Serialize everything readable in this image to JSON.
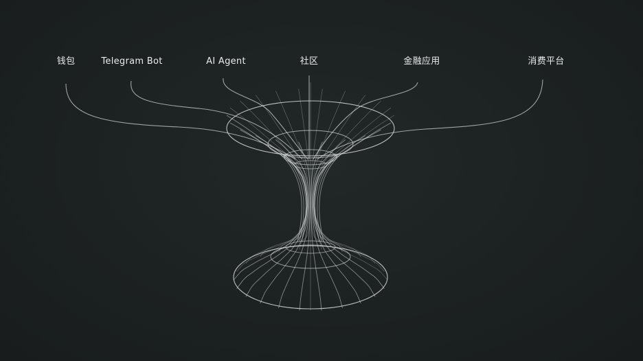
{
  "diagram": {
    "labels": [
      {
        "text": "钱包"
      },
      {
        "text": "Telegram Bot"
      },
      {
        "text": "AI Agent"
      },
      {
        "text": "社区"
      },
      {
        "text": "金融应用"
      },
      {
        "text": "消费平台"
      }
    ]
  },
  "colors": {
    "background": "#1c2121",
    "line": "#d9dcdb",
    "text": "#e9eceb"
  }
}
